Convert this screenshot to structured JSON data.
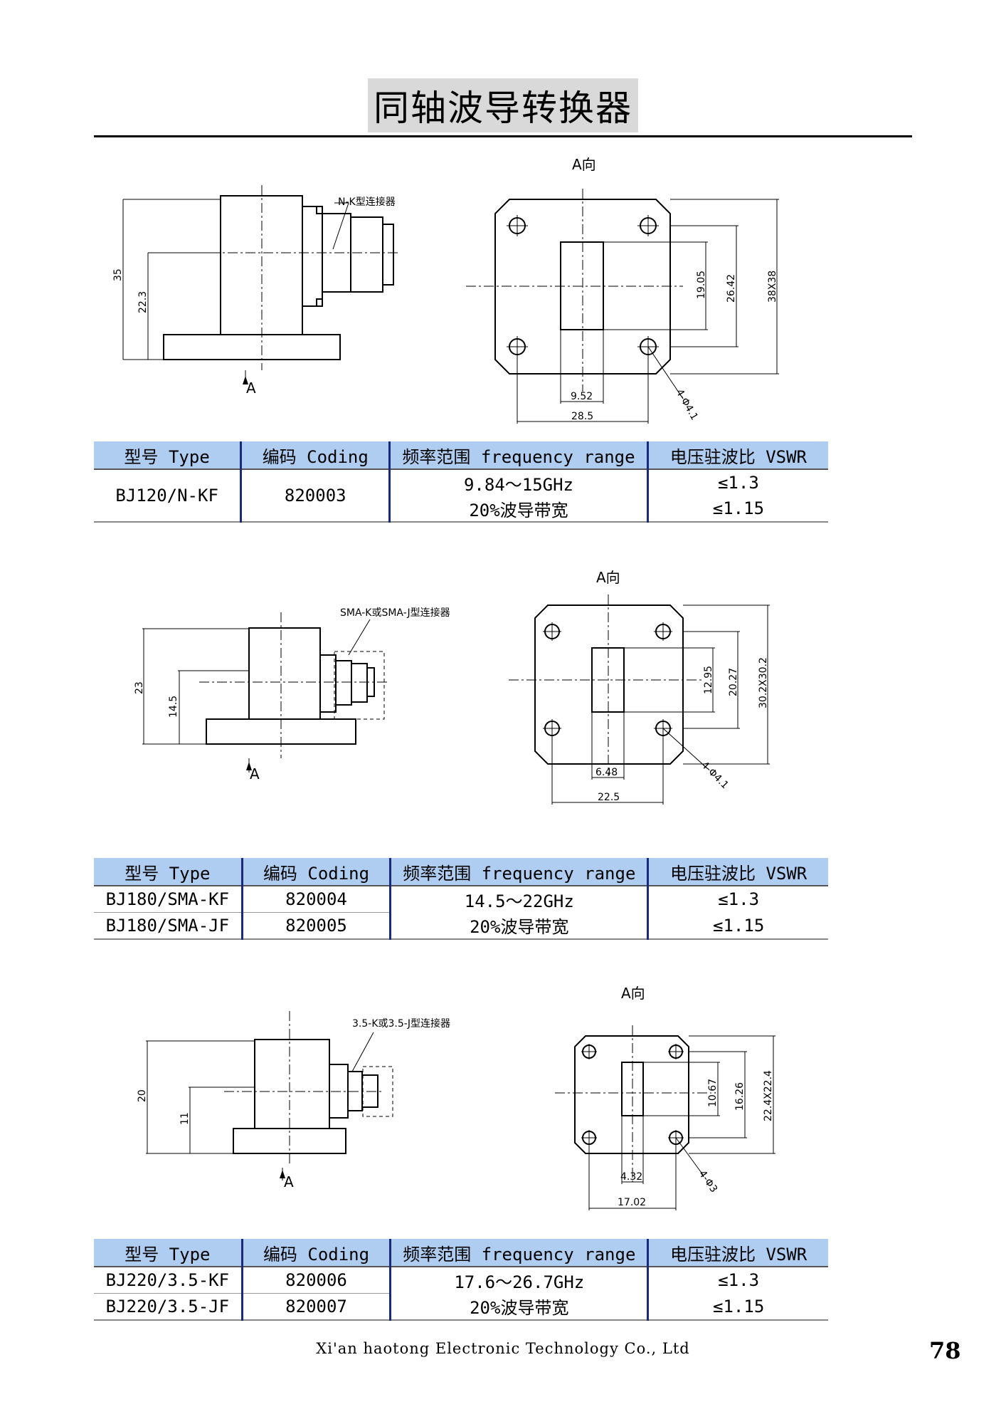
{
  "page_title": "同轴波导转换器",
  "view_label": "A向",
  "arrow_label": "A",
  "header": {
    "type": "型号 Type",
    "coding": "编码 Coding",
    "frequency": "频率范围 frequency range",
    "vswr": "电压驻波比 VSWR"
  },
  "sections": [
    {
      "connector_label": "N-K型连接器",
      "side_dims": [
        "35",
        "22.3"
      ],
      "front_dims": [
        "19.05",
        "26.42",
        "38X38",
        "9.52",
        "28.5",
        "4-Φ4.1"
      ],
      "rows": [
        {
          "type": "BJ120/N-KF",
          "coding": "820003"
        }
      ],
      "frequency": "9.84～15GHz",
      "bandwidth": "20%波导带宽",
      "vswr1": "≤1.3",
      "vswr2": "≤1.15"
    },
    {
      "connector_label": "SMA-K或SMA-J型连接器",
      "side_dims": [
        "23",
        "14.5"
      ],
      "front_dims": [
        "12.95",
        "20.27",
        "30.2X30.2",
        "6.48",
        "22.5",
        "4-Φ4.1"
      ],
      "rows": [
        {
          "type": "BJ180/SMA-KF",
          "coding": "820004"
        },
        {
          "type": "BJ180/SMA-JF",
          "coding": "820005"
        }
      ],
      "frequency": "14.5～22GHz",
      "bandwidth": "20%波导带宽",
      "vswr1": "≤1.3",
      "vswr2": "≤1.15"
    },
    {
      "connector_label": "3.5-K或3.5-J型连接器",
      "side_dims": [
        "20",
        "11"
      ],
      "front_dims": [
        "10.67",
        "16.26",
        "22.4X22.4",
        "4.32",
        "17.02",
        "4-Φ3"
      ],
      "rows": [
        {
          "type": "BJ220/3.5-KF",
          "coding": "820006"
        },
        {
          "type": "BJ220/3.5-JF",
          "coding": "820007"
        }
      ],
      "frequency": "17.6～26.7GHz",
      "bandwidth": "20%波导带宽",
      "vswr1": "≤1.3",
      "vswr2": "≤1.15"
    }
  ],
  "footer": "Xi'an haotong Electronic Technology Co., Ltd",
  "page_number": "78"
}
